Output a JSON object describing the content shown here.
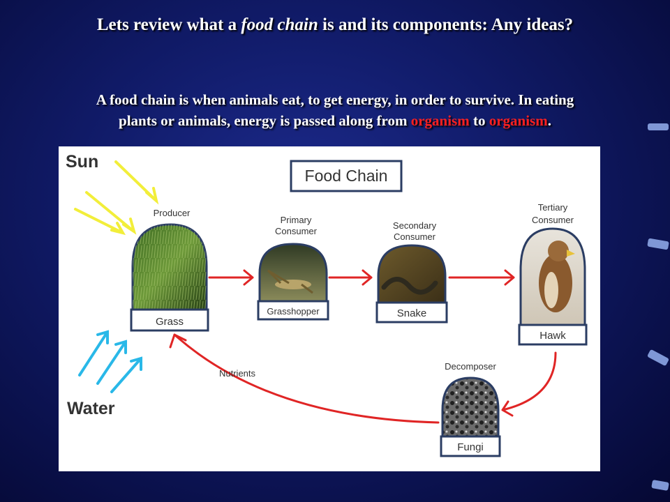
{
  "slide": {
    "title_part1": "Lets review what a ",
    "title_italic": "food chain",
    "title_part2": " is and its components: Any ideas?",
    "line1": "A food chain is when animals eat, to get energy, in order to survive. In eating",
    "line2_start": "plants or animals, energy is passed along from ",
    "highlight1": "organism",
    "line2_mid": " to ",
    "highlight2": "organism",
    "line2_end": "."
  },
  "diagram": {
    "title": "Food Chain",
    "sun_label": "Sun",
    "water_label": "Water",
    "nutrients_label": "Nutrients",
    "producer": {
      "role": "Producer",
      "name": "Grass"
    },
    "primary": {
      "role_line1": "Primary",
      "role_line2": "Consumer",
      "name": "Grasshopper"
    },
    "secondary": {
      "role_line1": "Secondary",
      "role_line2": "Consumer",
      "name": "Snake"
    },
    "tertiary": {
      "role_line1": "Tertiary",
      "role_line2": "Consumer",
      "name": "Hawk"
    },
    "decomposer": {
      "role": "Decomposer",
      "name": "Fungi"
    },
    "colors": {
      "sun": "#f2ee3a",
      "water": "#29b8e8",
      "arrow": "#e02525"
    }
  }
}
